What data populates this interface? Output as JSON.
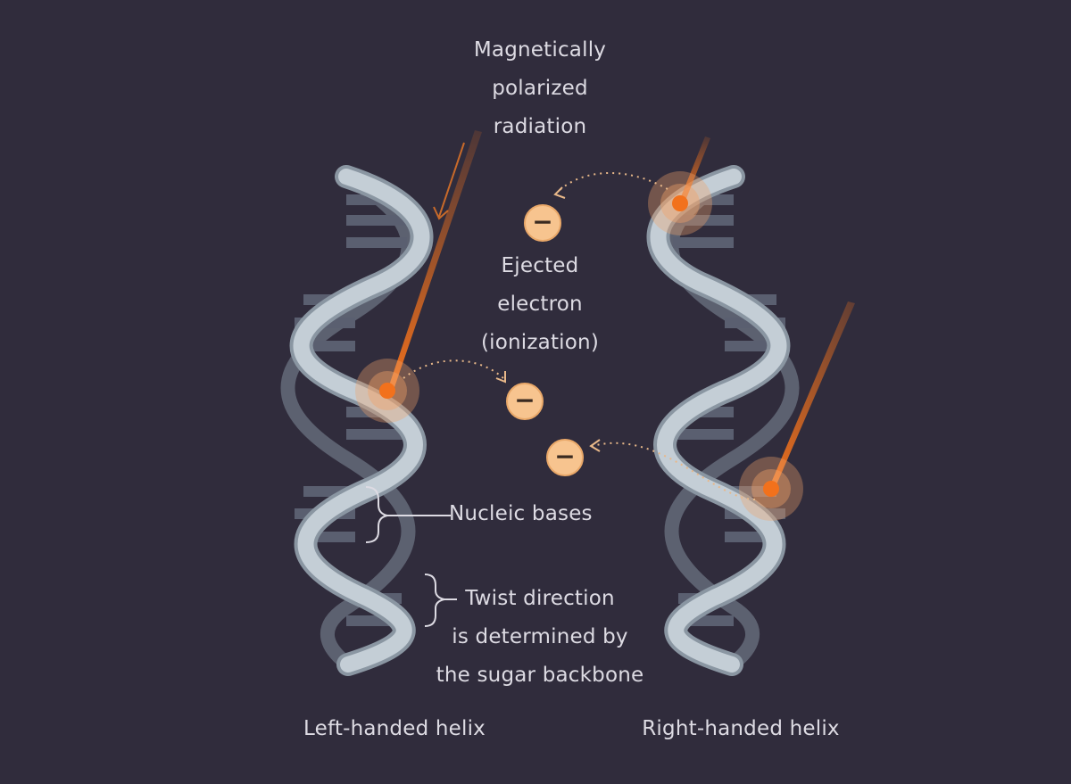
{
  "labels": {
    "radiation": [
      "Magnetically",
      "polarized",
      "radiation"
    ],
    "ejected": [
      "Ejected",
      "electron",
      "(ionization)"
    ],
    "nucleic_bases": "Nucleic bases",
    "twist": [
      "Twist direction",
      "is determined by",
      "the sugar backbone"
    ],
    "left_helix": "Left-handed helix",
    "right_helix": "Right-handed helix"
  },
  "colors": {
    "background": "#302c3c",
    "backbone": "#c4ced6",
    "backbone_shade": "#8a96a2",
    "base": "#5a5f70",
    "radiation": "#f2711c",
    "electron": "#f7c48f",
    "label": "#dddbe3"
  },
  "electron_symbol": "−"
}
